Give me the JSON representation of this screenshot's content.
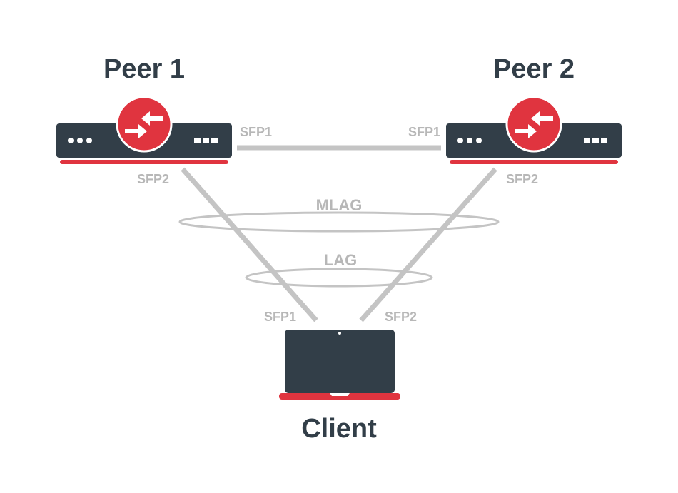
{
  "diagram": {
    "nodes": {
      "peer1": {
        "label": "Peer 1"
      },
      "peer2": {
        "label": "Peer 2"
      },
      "client": {
        "label": "Client"
      }
    },
    "ports": {
      "peer1_sfp1": "SFP1",
      "peer1_sfp2": "SFP2",
      "peer2_sfp1": "SFP1",
      "peer2_sfp2": "SFP2",
      "client_sfp1": "SFP1",
      "client_sfp2": "SFP2"
    },
    "groups": {
      "mlag": "MLAG",
      "lag": "LAG"
    },
    "colors": {
      "device_body": "#323e48",
      "accent_red": "#e0343f",
      "link_gray": "#c4c4c4",
      "label_gray": "#b7b7b7"
    }
  }
}
